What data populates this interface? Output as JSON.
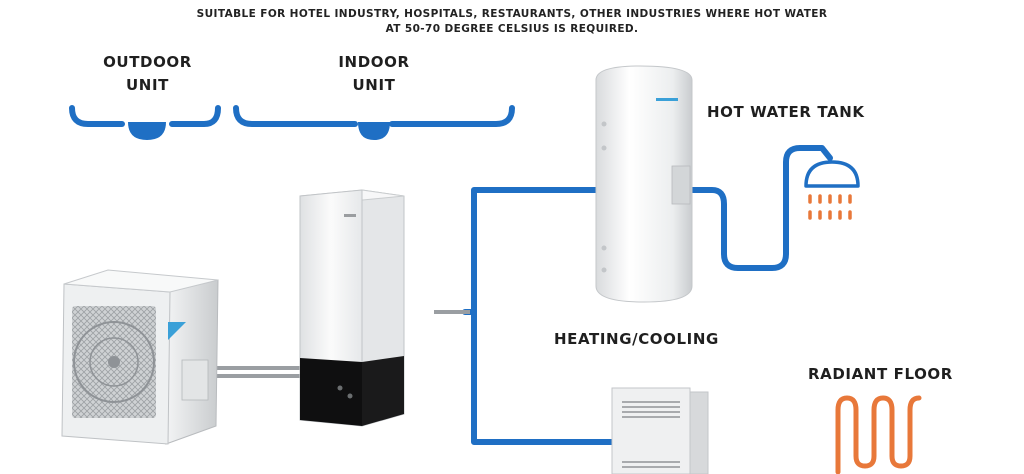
{
  "heading": {
    "line1": "SUITABLE FOR HOTEL INDUSTRY, HOSPITALS, RESTAURANTS, OTHER INDUSTRIES WHERE HOT WATER",
    "line2": "AT 50-70 DEGREE CELSIUS IS REQUIRED."
  },
  "labels": {
    "outdoor_line1": "OUTDOOR",
    "outdoor_line2": "UNIT",
    "indoor_line1": "INDOOR",
    "indoor_line2": "UNIT",
    "hot_water_tank": "HOT WATER TANK",
    "heating_cooling": "HEATING/COOLING",
    "radiant_floor": "RADIANT FLOOR"
  },
  "colors": {
    "pipe_blue": "#1f6fc4",
    "accent_orange": "#e8783a",
    "appliance_white": "#f2f3f4",
    "panel_black": "#0f0f10",
    "brand_blue": "#3aa0d8"
  }
}
